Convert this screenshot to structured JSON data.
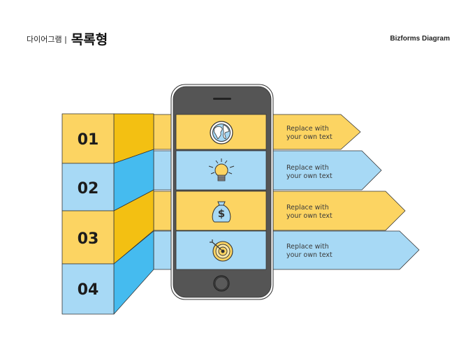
{
  "header": {
    "category": "다이어그램 |",
    "title": "목록형",
    "brand": "Bizforms Diagram"
  },
  "items": [
    {
      "number": "01",
      "line1": "Replace with",
      "line2": "your own text",
      "icon": "globe-icon",
      "color": "#fcd462"
    },
    {
      "number": "02",
      "line1": "Replace with",
      "line2": "your own text",
      "icon": "lightbulb-icon",
      "color": "#a7d9f5"
    },
    {
      "number": "03",
      "line1": "Replace with",
      "line2": "your own text",
      "icon": "money-bag-icon",
      "color": "#fcd462"
    },
    {
      "number": "04",
      "line1": "Replace with",
      "line2": "your own text",
      "icon": "target-icon",
      "color": "#a7d9f5"
    }
  ],
  "colors": {
    "yellow": "#fcd462",
    "yellow_dark": "#f3c012",
    "blue": "#a7d9f5",
    "blue_dark": "#45bbef",
    "phone": "#555555"
  }
}
